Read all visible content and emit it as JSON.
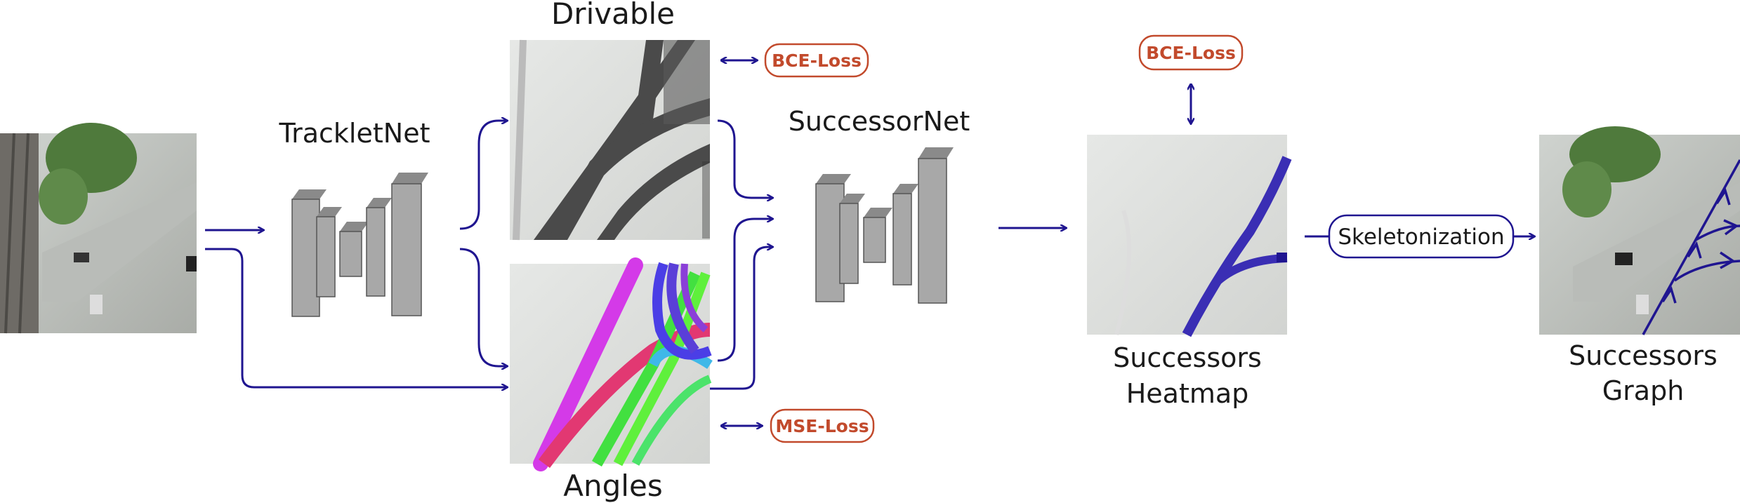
{
  "labels": {
    "drivable": "Drivable",
    "angles": "Angles",
    "tracklet_net": "TrackletNet",
    "successor_net": "SuccessorNet",
    "successors_heatmap_line1": "Successors",
    "successors_heatmap_line2": "Heatmap",
    "successors_graph_line1": "Successors",
    "successors_graph_line2": "Graph",
    "skeletonization": "Skeletonization"
  },
  "losses": {
    "drivable_loss": "BCE-Loss",
    "angles_loss": "MSE-Loss",
    "heatmap_loss": "BCE-Loss"
  },
  "colors": {
    "arrow": "#1f1590",
    "loss_text": "#c24a2c",
    "loss_border": "#c24a2c",
    "skeleton_border": "#1f1590",
    "network_block": "#a8a8a8",
    "network_side": "#6a6a6a",
    "network_top": "#8a8a8a",
    "drivable_mask": "#4a4a4a",
    "heatmap_stroke": "#3a2eb4",
    "graph_edge": "#1f1590"
  },
  "icons": {
    "encoder_decoder": "encoder-decoder-network-icon"
  }
}
